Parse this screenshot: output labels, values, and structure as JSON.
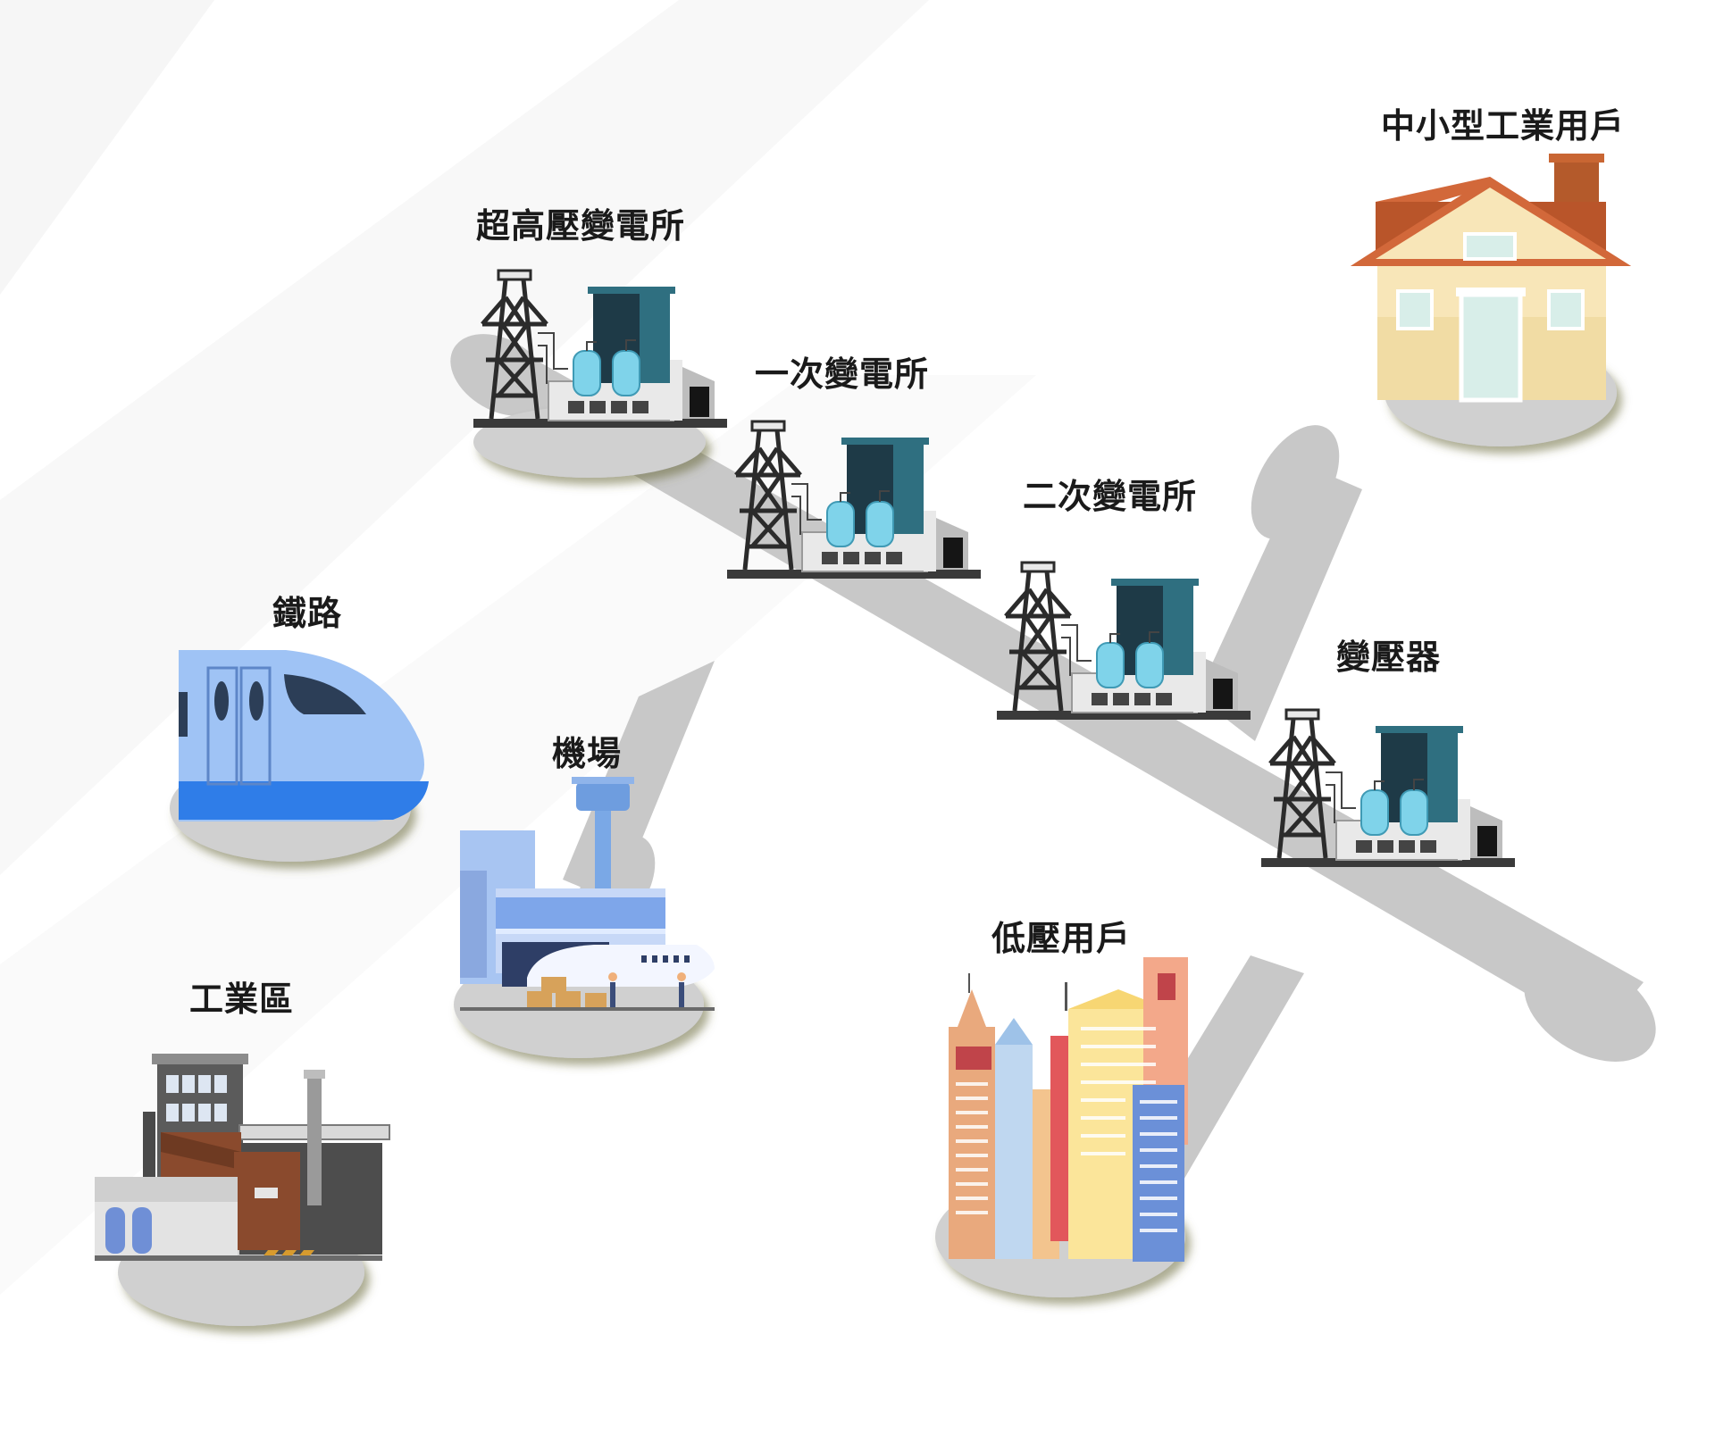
{
  "nodes": {
    "ultra_high_voltage_substation": {
      "label": "超高壓變電所",
      "icon": "substation-icon"
    },
    "primary_substation": {
      "label": "一次變電所",
      "icon": "substation-icon"
    },
    "secondary_substation": {
      "label": "二次變電所",
      "icon": "substation-icon"
    },
    "transformer": {
      "label": "變壓器",
      "icon": "substation-icon"
    },
    "small_medium_industrial_user": {
      "label": "中小型工業用戶",
      "icon": "house-icon"
    },
    "railway": {
      "label": "鐵路",
      "icon": "train-icon"
    },
    "airport": {
      "label": "機場",
      "icon": "airport-icon"
    },
    "industrial_area": {
      "label": "工業區",
      "icon": "factory-icon"
    },
    "low_voltage_user": {
      "label": "低壓用戶",
      "icon": "city-buildings-icon"
    }
  },
  "colors": {
    "branch_gray": "#c8c8c8",
    "base_gray": "#d0d0d0",
    "tower": "#2b2b2b",
    "substation_dark": "#1e3a47",
    "substation_teal": "#2f6f80",
    "tank_blue": "#7fd3ea",
    "building_white": "#e9e9e9",
    "train_blue": "#9fc3f5",
    "train_stripe": "#2f7de8",
    "roof": "#d2683a",
    "house_wall": "#f8e6b8"
  }
}
